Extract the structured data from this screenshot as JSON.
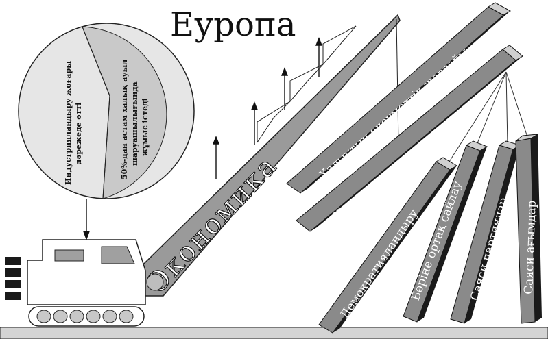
{
  "title": "Еуропа",
  "pie": {
    "left_text_line1": "Индустрияландыру жоғары",
    "left_text_line2": "дәрежеде өтті",
    "right_text_line1": "50%-дан астам халық ауыл",
    "right_text_line2": "шаруашылығында",
    "right_text_line3": "жұмыс істеді",
    "left_color": "#e6e6e6",
    "right_color": "#c9c9c9"
  },
  "crane": {
    "boom_label": "Экономика"
  },
  "beams": {
    "social": "Халықтың әлеуметтік жағдайы",
    "constitution": "Конституциялық құрылыс",
    "democratization": "Демократияландыру",
    "suffrage": "Бәріне ортақ сайлау",
    "parties": "Саяси партиялар",
    "movements": "Саяси ағымдар"
  },
  "colors": {
    "beam_face": "#8a8a8a",
    "beam_dark": "#1a1a1a",
    "beam_top": "#d0d0d0",
    "ground": "#d4d4d4",
    "boom": "#9a9a9a"
  }
}
